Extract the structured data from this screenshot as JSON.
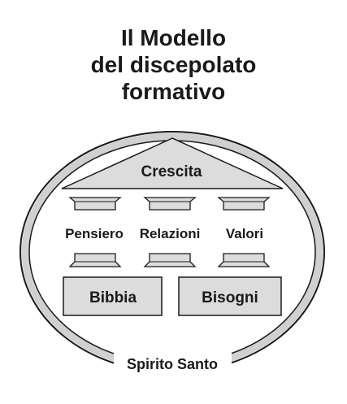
{
  "title": {
    "line1": "Il Modello",
    "line2": "del discepolato",
    "line3": "formativo"
  },
  "roof": {
    "label": "Crescita"
  },
  "pillars": [
    {
      "label": "Pensiero"
    },
    {
      "label": "Relazioni"
    },
    {
      "label": "Valori"
    }
  ],
  "foundations": [
    {
      "label": "Bibbia"
    },
    {
      "label": "Bisogni"
    }
  ],
  "base": {
    "label": "Spirito Santo"
  },
  "colors": {
    "fill": "#dcdcdc",
    "stroke": "#1a1a1a",
    "ring": "#d0d0d0",
    "text": "#1a1a1a"
  }
}
